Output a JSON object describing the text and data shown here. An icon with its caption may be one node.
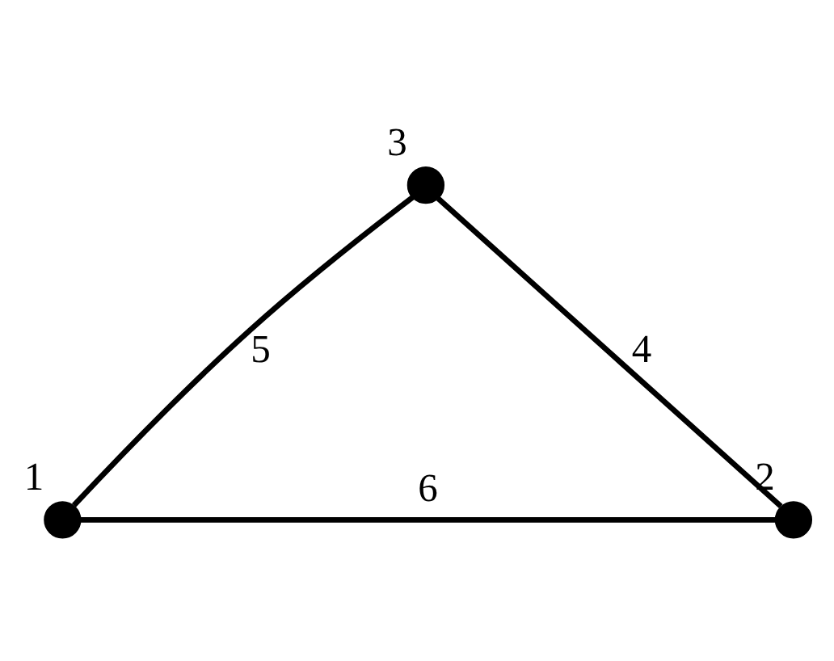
{
  "diagram": {
    "nodes": [
      {
        "text": [],
        "shape": "circle",
        "beside": [
          "3"
        ]
      },
      {
        "text": [],
        "shape": "circle",
        "beside": [
          "1"
        ]
      },
      {
        "text": [],
        "shape": "circle",
        "beside": [
          "2"
        ]
      }
    ],
    "edges": [
      {
        "from": 0,
        "to": 1,
        "arrow": "none",
        "label": "5"
      },
      {
        "from": 0,
        "to": 2,
        "arrow": "none",
        "label": "4"
      },
      {
        "from": 1,
        "to": 2,
        "arrow": "none",
        "label": "6"
      }
    ]
  }
}
